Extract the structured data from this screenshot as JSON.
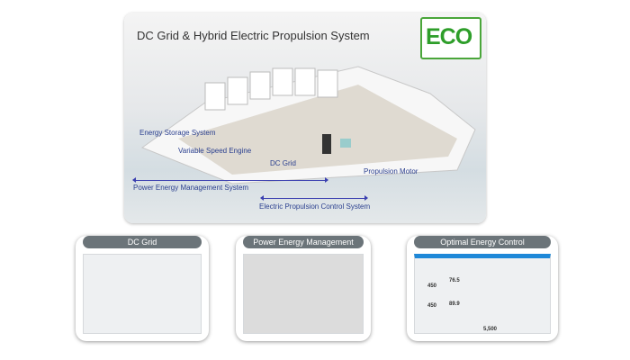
{
  "main": {
    "title": "DC Grid & Hybrid Electric Propulsion System",
    "badge": "ECO",
    "labels": {
      "ess": "Energy Storage System",
      "vse": "Variable Speed Engine",
      "dcgrid": "DC Grid",
      "motor": "Propulsion Motor",
      "pems": "Power Energy Management System",
      "epcs": "Electric Propulsion Control System"
    }
  },
  "cards": [
    {
      "title": "DC Grid"
    },
    {
      "title": "Power Energy Management"
    },
    {
      "title": "Optimal Energy Control",
      "values": [
        "450",
        "76.5",
        "450",
        "89.9",
        "5,500"
      ]
    }
  ],
  "colors": {
    "eco": "#2e9e2a",
    "label": "#2a3f8f",
    "pill": "#6b7479"
  }
}
